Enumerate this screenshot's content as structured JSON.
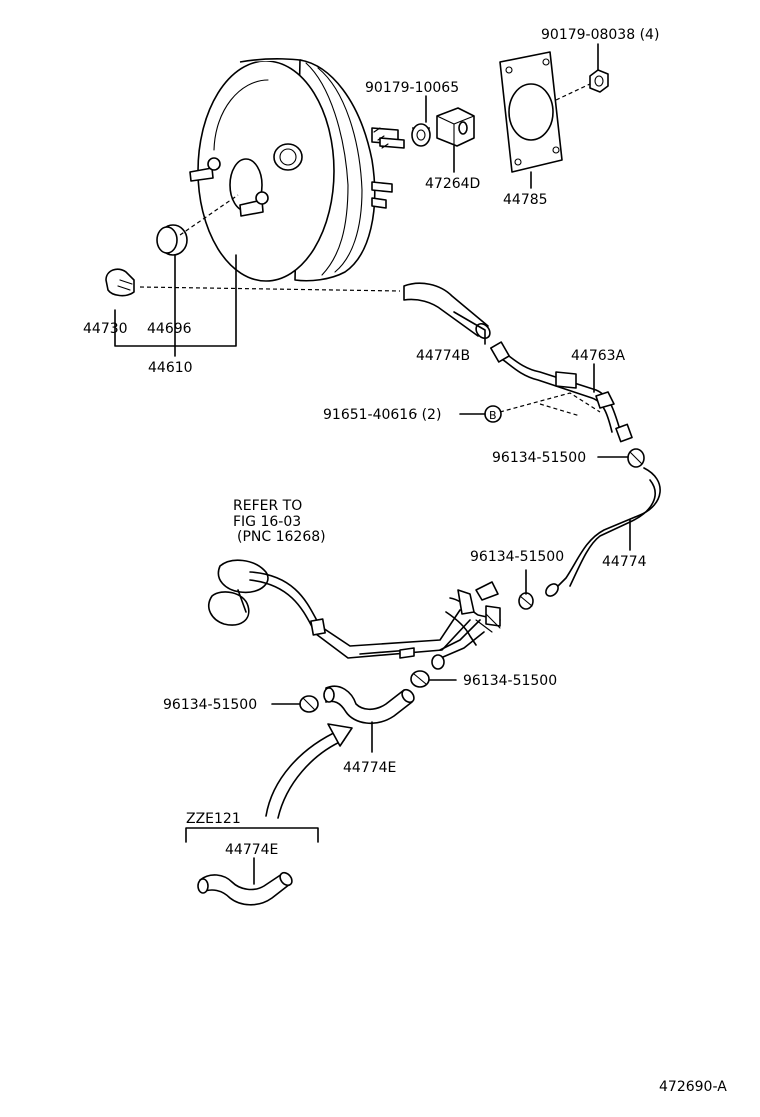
{
  "parts": {
    "p_90179_08038": "90179-08038 (4)",
    "p_90179_10065": "90179-10065",
    "p_47264D": "47264D",
    "p_44785": "44785",
    "p_44730": "44730",
    "p_44696": "44696",
    "p_44610": "44610",
    "p_44774B": "44774B",
    "p_44763A": "44763A",
    "p_91651_40616": "91651-40616 (2)",
    "p_96134_51500_a": "96134-51500",
    "p_96134_51500_b": "96134-51500",
    "p_96134_51500_c": "96134-51500",
    "p_96134_51500_d": "96134-51500",
    "p_44774": "44774",
    "p_44774E": "44774E",
    "p_44774E_inset": "44774E"
  },
  "refer": {
    "line1": "REFER TO",
    "line2": "FIG 16-03",
    "line3": "(PNC 16268)"
  },
  "bolt_marker": "B",
  "inset_label": "ZZE121",
  "figure_code": "472690-A"
}
